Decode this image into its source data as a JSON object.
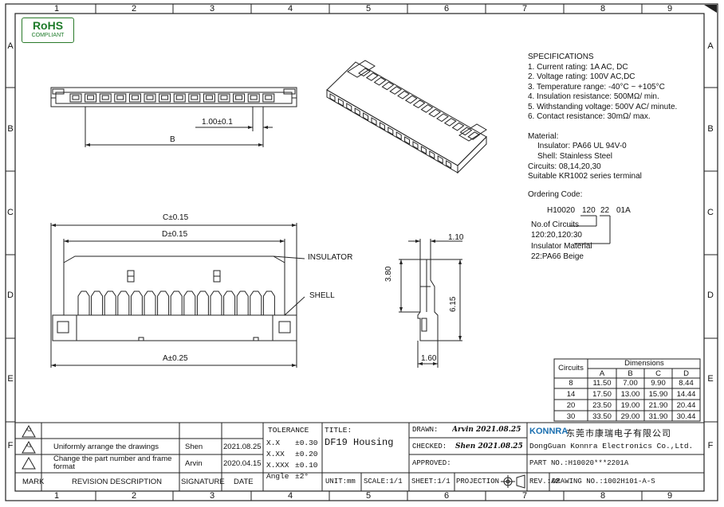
{
  "zones": {
    "columns": [
      "1",
      "2",
      "3",
      "4",
      "5",
      "6",
      "7",
      "8",
      "9"
    ],
    "rows": [
      "A",
      "B",
      "C",
      "D",
      "E",
      "F"
    ]
  },
  "rohs": {
    "title": "RoHS",
    "subtitle": "COMPLIANT"
  },
  "drawing": {
    "dim_pitch": "1.00±0.1",
    "dim_b": "B",
    "dim_c": "C±0.15",
    "dim_d": "D±0.15",
    "dim_a": "A±0.25",
    "label_insulator": "INSULATOR",
    "label_shell": "SHELL",
    "dim_width": "1.10",
    "dim_height1": "3.80",
    "dim_height2": "6.15",
    "dim_base": "1.60"
  },
  "specs": {
    "heading": "SPECIFICATIONS",
    "items": [
      "1. Current rating: 1A AC, DC",
      "2. Voltage rating: 100V AC,DC",
      "3. Temperature range: -40°C ~ +105°C",
      "4. Insulation resistance: 500MΩ/ min.",
      "5. Withstanding voltage: 500V AC/ minute.",
      "6. Contact resistance: 30mΩ/ max."
    ],
    "material_heading": "Material:",
    "material_lines": [
      "Insulator: PA66 UL 94V-0",
      "Shell: Stainless Steel"
    ],
    "circuits": "Circuits: 08,14,20,30",
    "suitable": "Suitable  KR1002 series terminal",
    "ordering_heading": "Ordering Code:",
    "ordering_code": [
      "H10020",
      "120",
      "22",
      "01A"
    ],
    "no_circuits_label": "No.of Circuits",
    "no_circuits_value": "120:20,120:30",
    "insulator_material_label": "Insulator Material",
    "insulator_material_value": "22:PA66 Beige"
  },
  "dimensions_table": {
    "title": "Dimensions",
    "row_header": "Circuits",
    "columns": [
      "A",
      "B",
      "C",
      "D"
    ],
    "rows": [
      [
        "8",
        "11.50",
        "7.00",
        "9.90",
        "8.44"
      ],
      [
        "14",
        "17.50",
        "13.00",
        "15.90",
        "14.44"
      ],
      [
        "20",
        "23.50",
        "19.00",
        "21.90",
        "20.44"
      ],
      [
        "30",
        "33.50",
        "29.00",
        "31.90",
        "30.44"
      ]
    ]
  },
  "title_block": {
    "revisions": [
      {
        "mark": "A2",
        "description": "Uniformly arrange the drawings",
        "signature": "Shen",
        "date": "2021.08.25"
      },
      {
        "mark": "A1",
        "description": "Change the part number and frame format",
        "signature": "Arvin",
        "date": "2020.04.15"
      }
    ],
    "headers": {
      "mark": "MARK",
      "description": "REVISION DESCRIPTION",
      "signature": "SIGNATURE",
      "date": "DATE"
    },
    "tolerance_heading": "TOLERANCE",
    "tolerances": [
      {
        "k": "X.X",
        "v": "±0.30"
      },
      {
        "k": "X.XX",
        "v": "±0.20"
      },
      {
        "k": "X.XXX",
        "v": "±0.10"
      },
      {
        "k": "Angle",
        "v": "±2°"
      }
    ],
    "title_label": "TITLE:",
    "title_value": "DF19 Housing",
    "unit": "UNIT:mm",
    "scale": "SCALE:1/1",
    "drawn_label": "DRAWN:",
    "drawn_value": "Arvin 2021.08.25",
    "checked_label": "CHECKED:",
    "checked_value": "Shen 2021.08.25",
    "approved_label": "APPROVED:",
    "sheet": "SHEET:1/1",
    "projection": "PROJECTION",
    "company_brand": "KONNRA",
    "company_cn": "东莞市康瑞电子有限公司",
    "company_en": "DongGuan Konnra Electronics Co.,Ltd.",
    "part_no": "PART NO.:H10020***2201A",
    "rev": "REV.:A2",
    "drawing_no": "DRAWING NO.:1002H101-A-S"
  },
  "colors": {
    "line": "#222222",
    "brand": "#1a6fb0",
    "rohs": "#1e7b2a"
  }
}
